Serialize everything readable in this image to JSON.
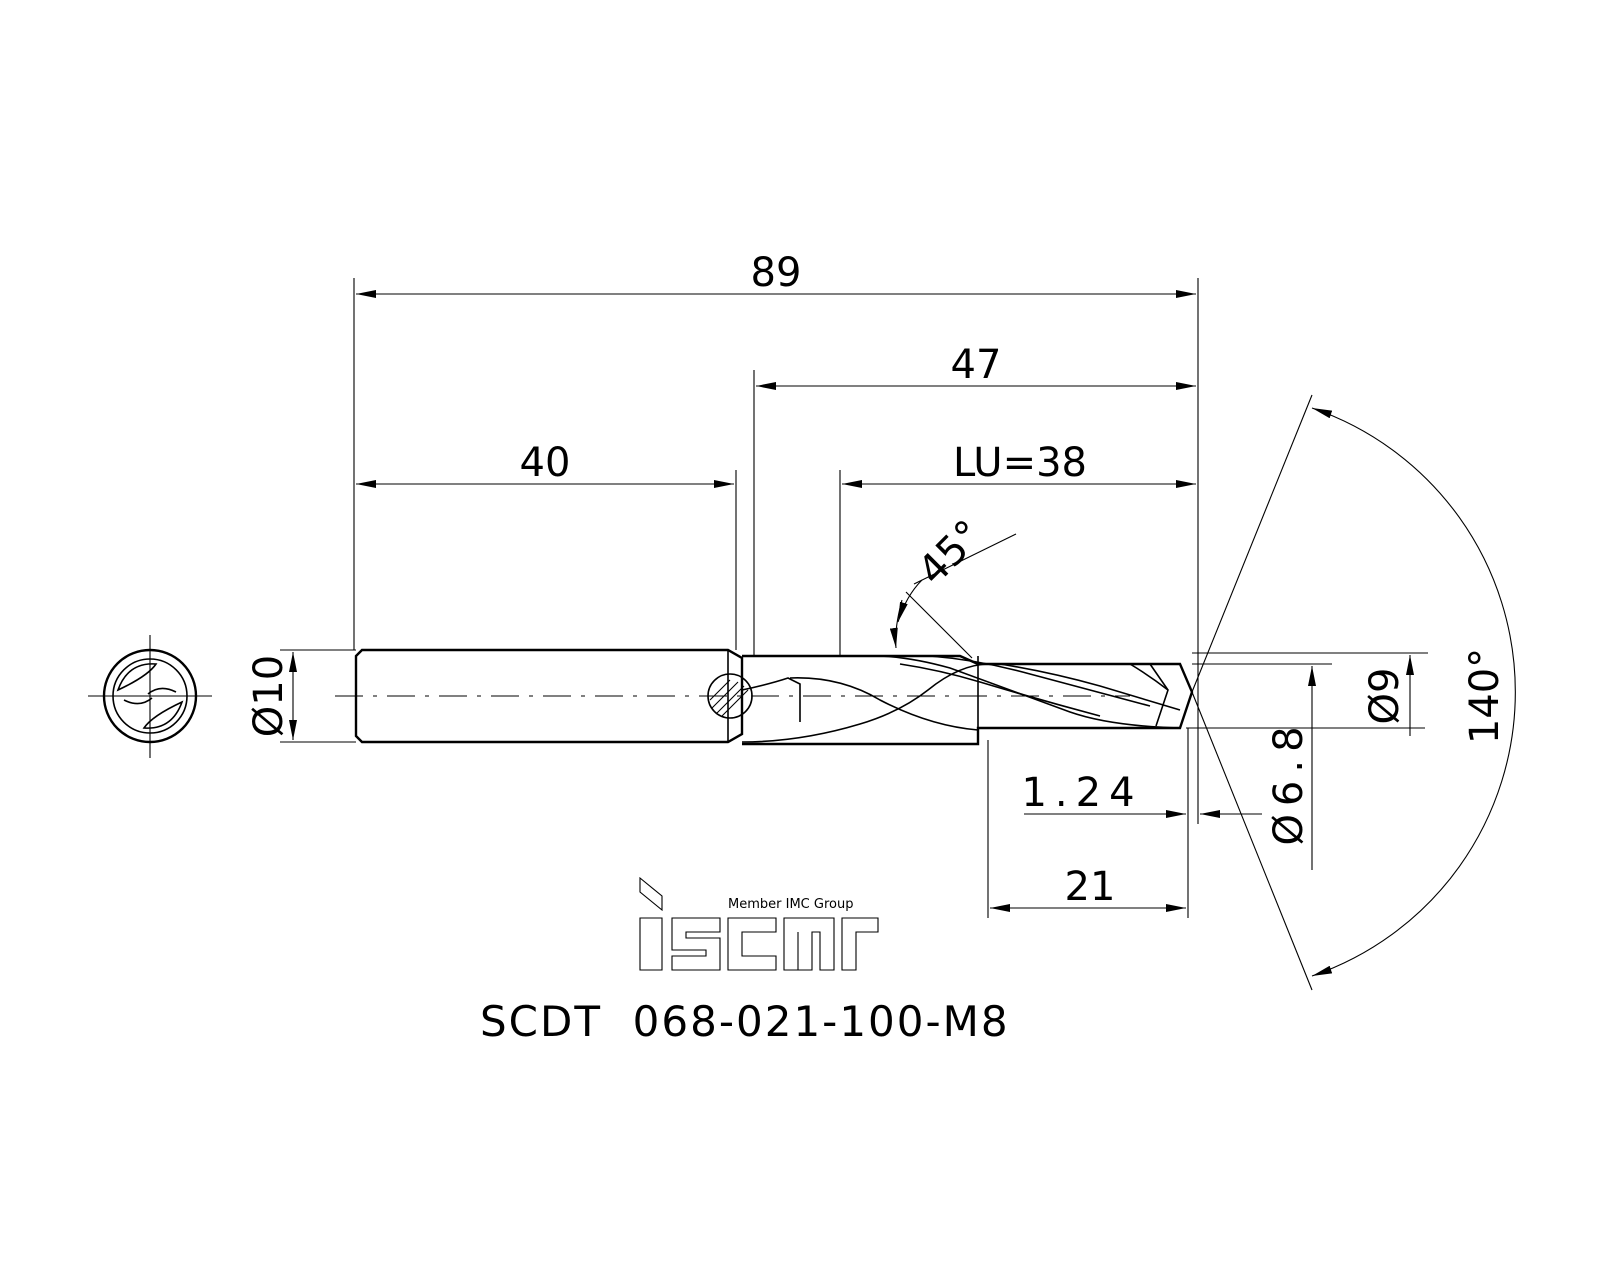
{
  "dimensions": {
    "overall_length": "89",
    "flute_length": "47",
    "shank_length": "40",
    "usable_length": "LU=38",
    "helix_angle": "45°",
    "point_angle": "140°",
    "shank_diameter": "Ø10",
    "body_diameter": "Ø9",
    "drill_diameter": "Ø6.8",
    "step_offset": "1.24",
    "step_length": "21"
  },
  "logo": {
    "tagline": "Member IMC Group",
    "brand": "iscar"
  },
  "part_number": "SCDT  068-021-100-M8"
}
